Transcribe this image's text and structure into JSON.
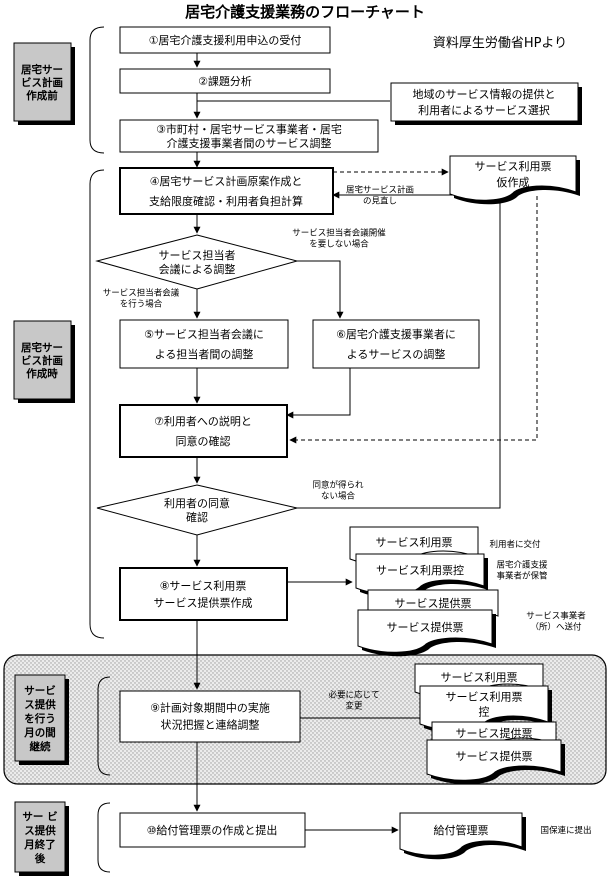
{
  "title": "居宅介護支援業務のフローチャート",
  "source_note": "資料厚生労働省HPより",
  "phases": {
    "before": [
      "居宅サー",
      "ビス計画",
      "作成前"
    ],
    "during": [
      "居宅サー",
      "ビス計画",
      "作成時"
    ],
    "month": [
      "サービ",
      "ス提供",
      "を行う",
      "月の間",
      "継続"
    ],
    "end": [
      "サー ビ",
      "ス提供",
      "月終了",
      "後"
    ]
  },
  "steps": {
    "s1": [
      "①居宅介護支援利用申込の受付"
    ],
    "s2": [
      "②課題分析"
    ],
    "s3": [
      "③市町村・居宅サービス事業者・居宅",
      "介護支援事業者間のサービス調整"
    ],
    "s4": [
      "④居宅サービス計画原案作成と",
      "支給限度確認・利用者負担計算"
    ],
    "s5": [
      "⑤サービス担当者会議に",
      "よる担当者間の調整"
    ],
    "s6": [
      "⑥居宅介護支援事業者に",
      "よるサービスの調整"
    ],
    "s7": [
      "⑦利用者への説明と",
      "同意の確認"
    ],
    "s8": [
      "⑧サービス利用票",
      "サービス提供票作成"
    ],
    "s9": [
      "⑨計画対象期間中の実施",
      "状況把握と連絡調整"
    ],
    "s10": [
      "⑩給付管理票の作成と提出"
    ]
  },
  "decisions": {
    "d1": [
      "サービス担当者",
      "会議による調整"
    ],
    "d2": [
      "利用者の同意",
      "確認"
    ]
  },
  "info_box": [
    "地域のサービス情報の提供と",
    "利用者によるサービス選択"
  ],
  "documents": {
    "draft": [
      "サービス利用票",
      "仮作成"
    ],
    "use_slip": [
      "サービス利用票"
    ],
    "use_slip_copy": [
      "サービス利用票控"
    ],
    "provide_1": [
      "サービス提供票"
    ],
    "provide_2": [
      "サービス提供票"
    ],
    "m_use_slip": [
      "サービス利用票"
    ],
    "m_use_slip_copy": [
      "サービス利用票",
      "控"
    ],
    "m_provide_1": [
      "サービス提供票"
    ],
    "m_provide_2": [
      "サービス提供票"
    ],
    "kyufu": [
      "給付管理票"
    ]
  },
  "annotations": {
    "review": [
      "居宅サービス計画",
      "の見直し"
    ],
    "no_meeting": [
      "サービス担当者会議開催",
      "を要しない場合"
    ],
    "meeting": [
      "サービス担当者会議",
      "を行う場合"
    ],
    "not_agreed": [
      "同意が得られ",
      "ない場合"
    ],
    "to_user": [
      "利用者に交付"
    ],
    "kept": [
      "居宅介護支援",
      "事業者が保管"
    ],
    "to_provider": [
      "サービス事業者",
      "（所）へ送付"
    ],
    "as_needed": [
      "必要に応じて",
      "変更"
    ],
    "to_kokuho": [
      "国保連に提出"
    ]
  }
}
